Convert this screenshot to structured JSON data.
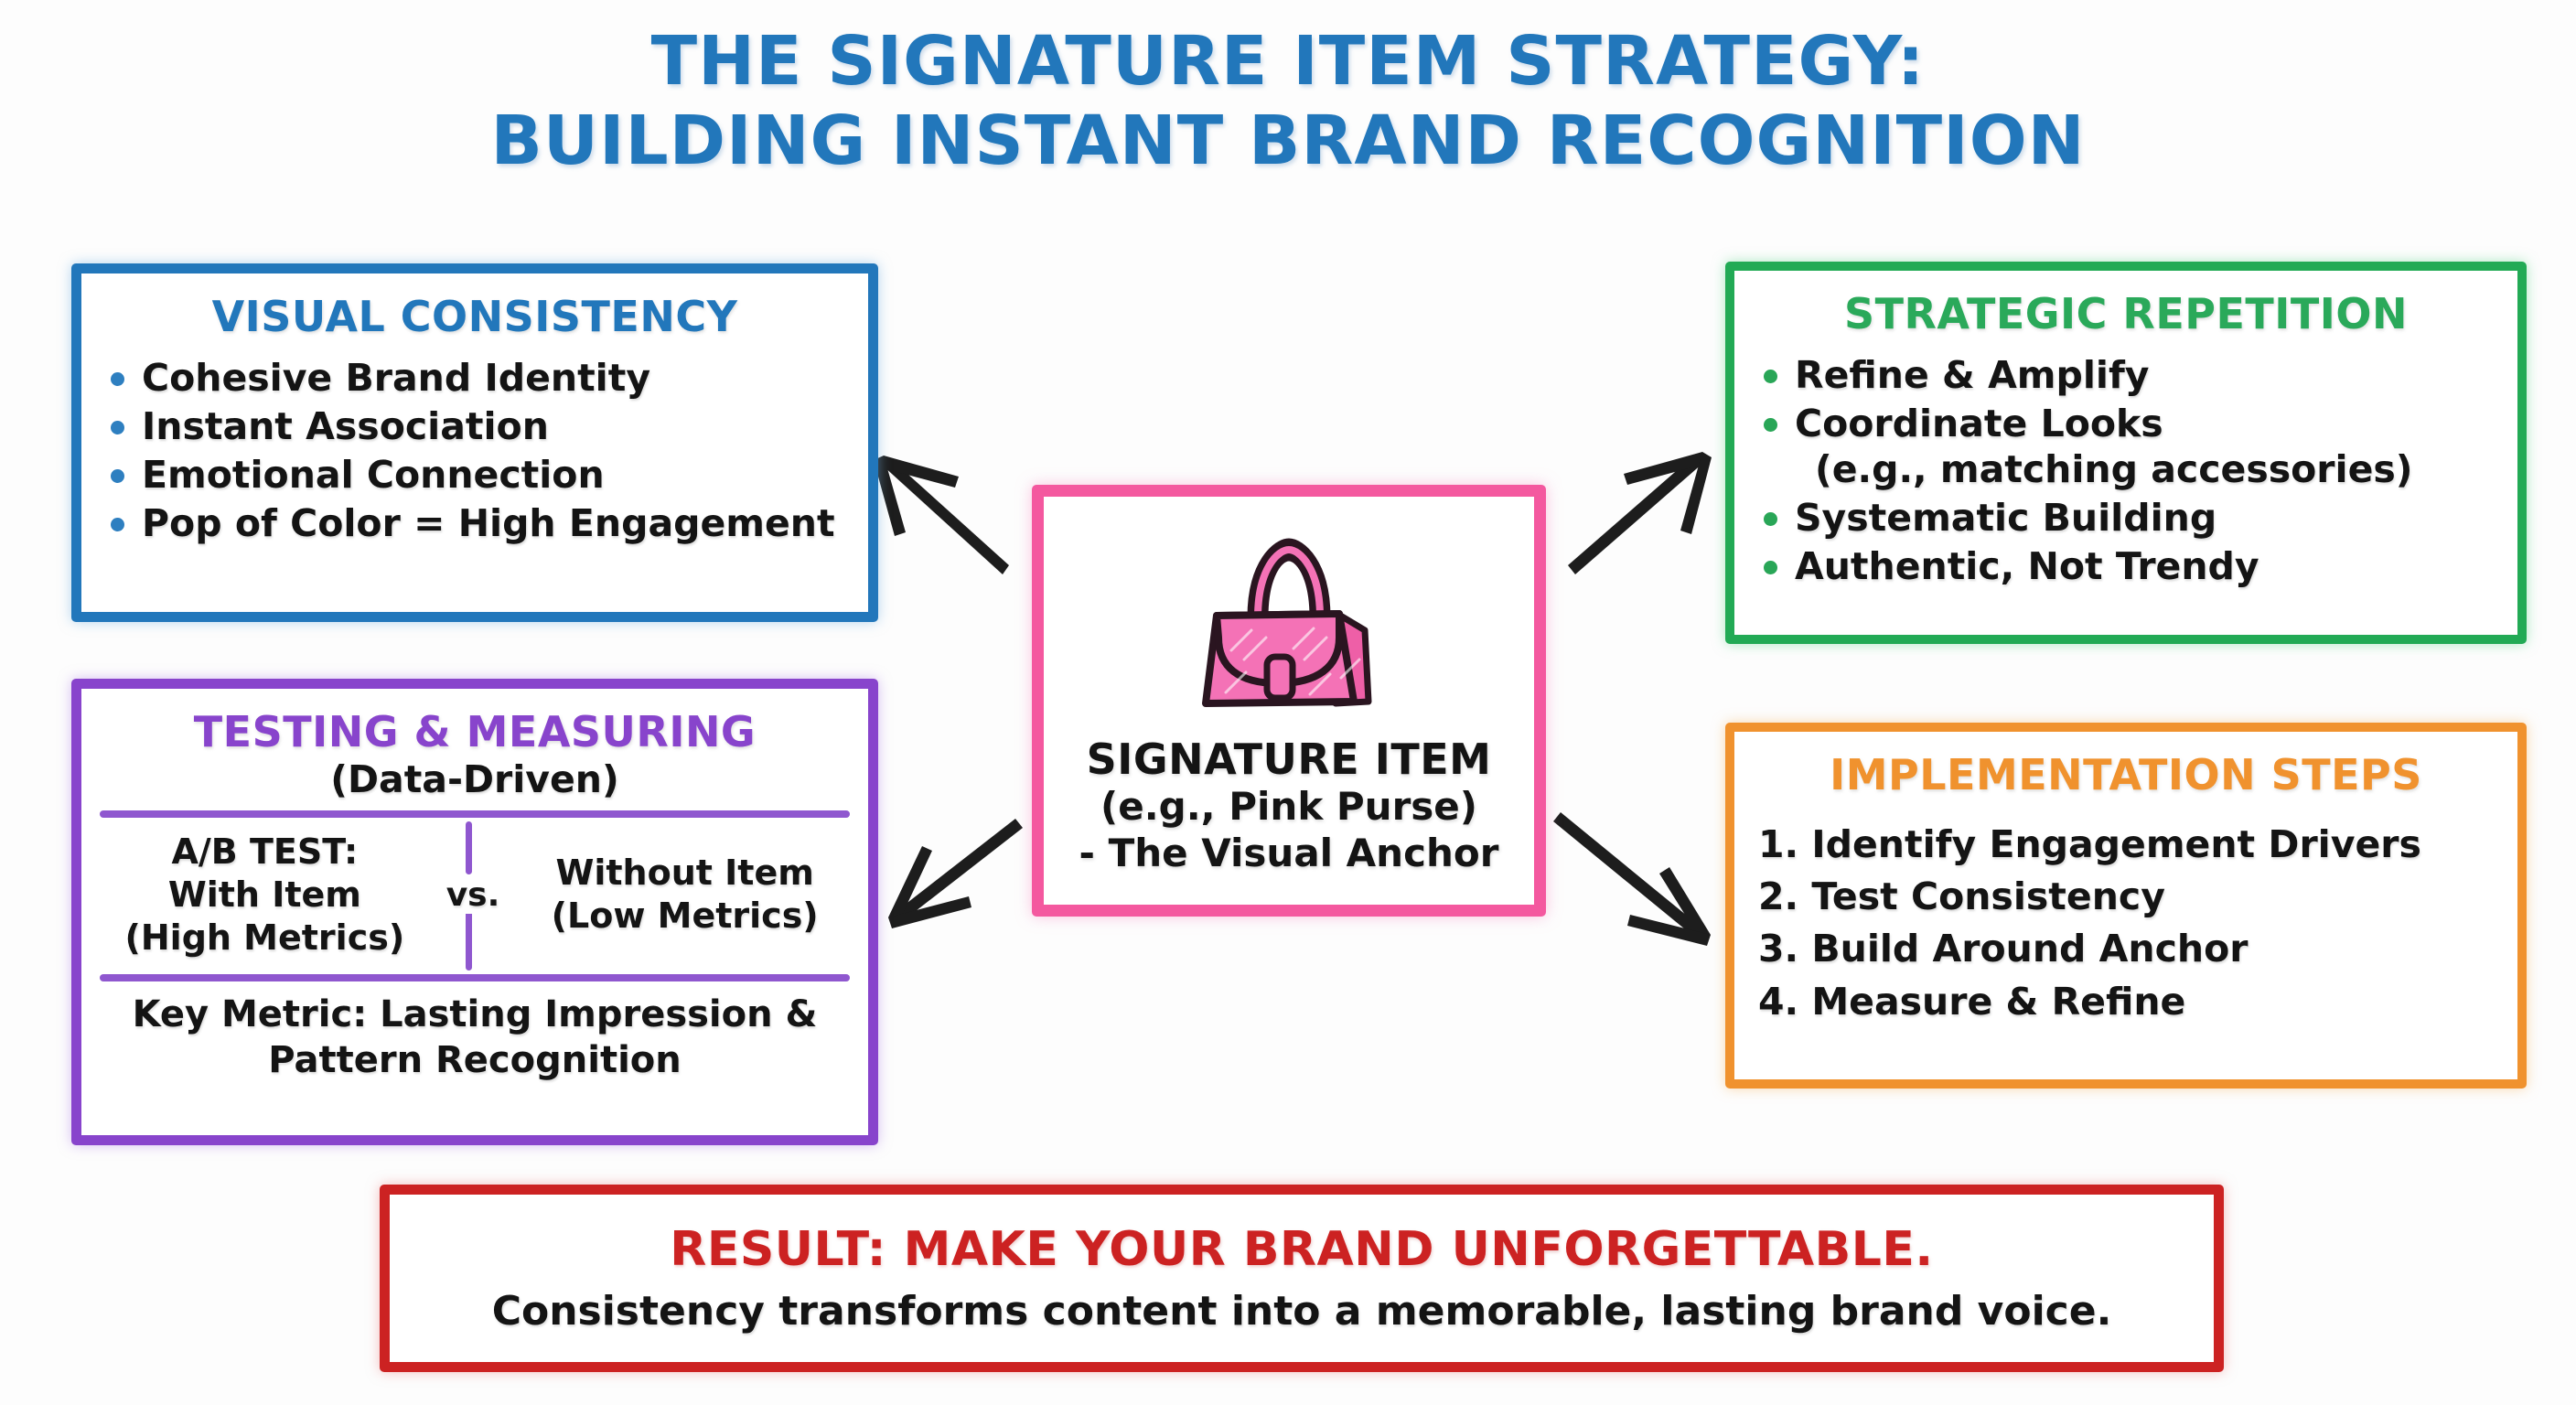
{
  "title": {
    "line1": "THE SIGNATURE ITEM STRATEGY:",
    "line2": "BUILDING INSTANT BRAND RECOGNITION",
    "color": "#2277bb"
  },
  "visual_consistency": {
    "heading": "VISUAL CONSISTENCY",
    "color": "#2277bb",
    "bullets": [
      "Cohesive Brand Identity",
      "Instant Association",
      "Emotional Connection",
      "Pop of Color = High Engagement"
    ]
  },
  "strategic_repetition": {
    "heading": "STRATEGIC REPETITION",
    "color": "#22aa55",
    "bullets": [
      {
        "text": "Refine & Amplify",
        "sub": ""
      },
      {
        "text": "Coordinate Looks",
        "sub": "(e.g., matching accessories)"
      },
      {
        "text": "Systematic Building",
        "sub": ""
      },
      {
        "text": "Authentic, Not Trendy",
        "sub": ""
      }
    ]
  },
  "testing_measuring": {
    "heading": "TESTING & MEASURING",
    "color": "#8844cc",
    "subtitle": "(Data-Driven)",
    "ab_test": {
      "left_label": "A/B TEST:",
      "left_line2": "With Item",
      "left_line3": "(High Metrics)",
      "vs": "vs.",
      "right_line1": "Without Item",
      "right_line2": "(Low Metrics)"
    },
    "key_metric_line1": "Key Metric: Lasting Impression &",
    "key_metric_line2": "Pattern Recognition"
  },
  "implementation_steps": {
    "heading": "IMPLEMENTATION STEPS",
    "color": "#f0922e",
    "steps": [
      "1. Identify Engagement Drivers",
      "2. Test Consistency",
      "3. Build Around Anchor",
      "4. Measure & Refine"
    ]
  },
  "signature_item": {
    "icon": "pink-purse-icon",
    "purse_color": "#f472b6",
    "border_color": "#f4589f",
    "line1": "SIGNATURE ITEM",
    "line2": "(e.g., Pink Purse)",
    "line3": "- The Visual Anchor"
  },
  "result": {
    "heading": "RESULT: MAKE YOUR BRAND UNFORGETTABLE.",
    "subtext": "Consistency transforms content into a memorable, lasting brand voice.",
    "color": "#cc2222"
  },
  "arrows": {
    "color": "#1d1d1d",
    "items": [
      {
        "name": "arrow-to-visual-consistency",
        "direction": "up-left"
      },
      {
        "name": "arrow-to-strategic-repetition",
        "direction": "up-right"
      },
      {
        "name": "arrow-to-testing-measuring",
        "direction": "down-left"
      },
      {
        "name": "arrow-to-implementation-steps",
        "direction": "down-right"
      }
    ]
  }
}
